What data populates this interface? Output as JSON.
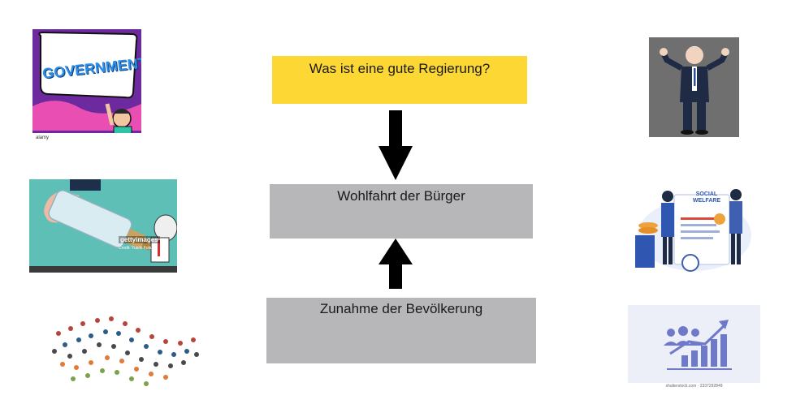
{
  "diagram": {
    "top_box": {
      "label": "Was ist eine gute Regierung?",
      "color": "#fdd835"
    },
    "middle_box": {
      "label": "Wohlfahrt der Bürger",
      "color": "#b7b7b9"
    },
    "bottom_box": {
      "label": "Zunahme der Bevölkerung",
      "color": "#b7b7b9"
    }
  },
  "images": {
    "government": {
      "word": "GOVERNMENT",
      "credit": "alamy"
    },
    "bottle": {
      "watermark": "gettyimages",
      "credit": "Credit: Yuichi Fukui"
    },
    "social_welfare": {
      "sign": "SOCIAL WELFARE"
    },
    "growth_chart": {
      "credit": "shutterstock.com · 2337292849"
    }
  }
}
